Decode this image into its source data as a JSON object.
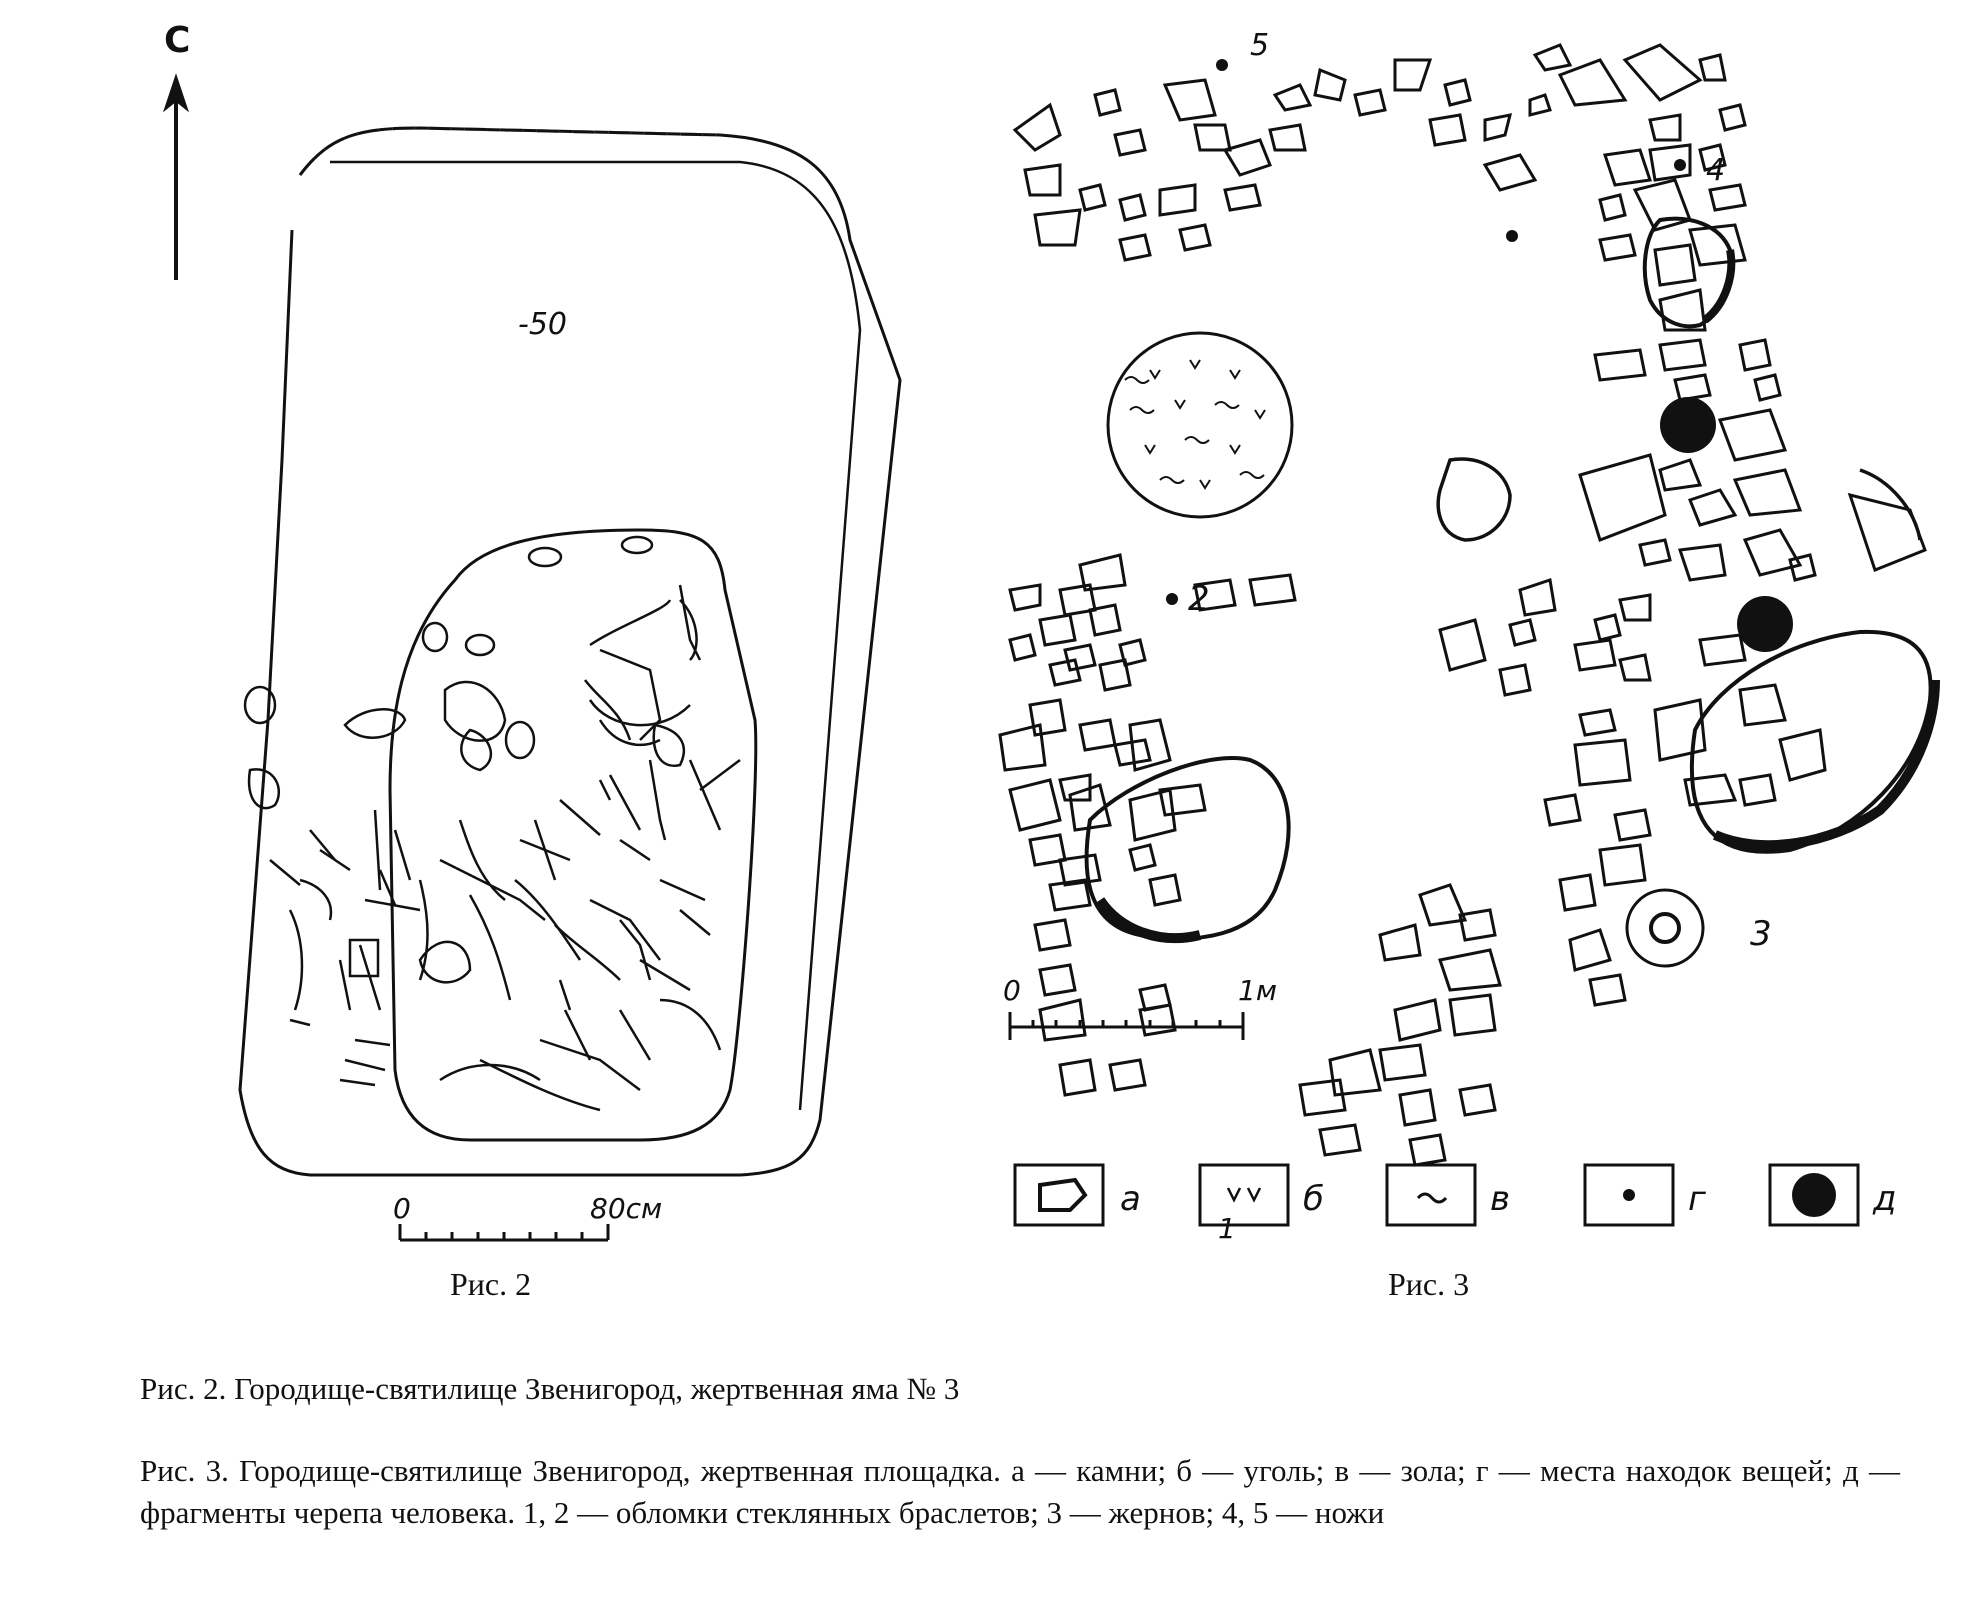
{
  "fig2": {
    "north_label": "С",
    "depth_label": "-50",
    "scale_start": "0",
    "scale_end": "80см",
    "label": "Рис. 2"
  },
  "fig3": {
    "find_labels": [
      "1",
      "2",
      "3",
      "4",
      "5"
    ],
    "scale_start": "0",
    "scale_end": "1м",
    "label": "Рис. 3",
    "legend": [
      {
        "key": "а",
        "icon": "stone-icon"
      },
      {
        "key": "б",
        "icon": "charcoal-icon"
      },
      {
        "key": "в",
        "icon": "ash-icon"
      },
      {
        "key": "г",
        "icon": "find-dot-icon"
      },
      {
        "key": "д",
        "icon": "skull-fragment-icon"
      }
    ]
  },
  "captions": {
    "fig2": "Рис. 2. Городище-святилище Звенигород, жертвенная яма № 3",
    "fig3": "Рис. 3. Городище-святилище Звенигород, жертвенная площадка. а — камни; б — уголь; в — зола; г — места находок вещей; д — фрагменты черепа человека. 1, 2 — обломки стеклянных браслетов; 3 — жернов; 4, 5 — ножи"
  }
}
